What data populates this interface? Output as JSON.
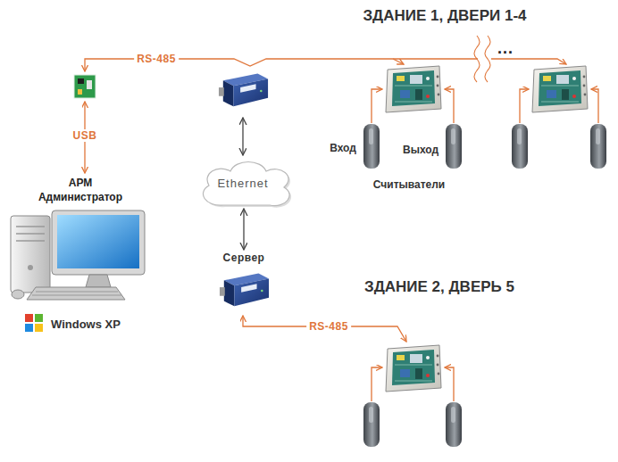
{
  "diagram": {
    "nodes": [
      {
        "text": [
          "АРМ Администратор",
          "Windows XP"
        ]
      },
      {
        "text": [
          "Ethernet"
        ]
      },
      {
        "text": [
          "Сервер"
        ]
      }
    ],
    "edges": [
      {
        "from": 1,
        "to": 2,
        "arrow": "both"
      }
    ],
    "labels": [
      "ЗДАНИЕ 1, ДВЕРИ 1-4",
      "RS-485",
      "...",
      "USB",
      "Вход",
      "Выход",
      "Считыватели",
      "ЗДАНИЕ 2, ДВЕРЬ 5",
      "RS-485"
    ]
  }
}
